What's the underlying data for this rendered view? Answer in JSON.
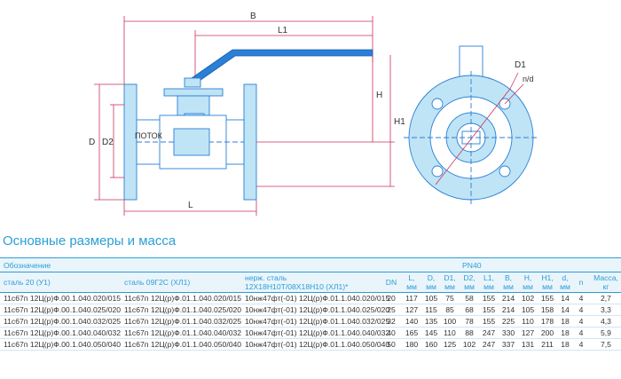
{
  "drawing": {
    "dim_B": "B",
    "dim_L1": "L1",
    "dim_H": "H",
    "dim_H1": "H1",
    "dim_D": "D",
    "dim_D2": "D2",
    "dim_L": "L",
    "dim_D1": "D1",
    "dim_nd": "n/d",
    "flow_label": "ПОТОК",
    "colors": {
      "line": "#2a7fd6",
      "dim": "#c8325a",
      "fill": "#bfe4f5",
      "handle": "#2a7fd6"
    }
  },
  "heading": "Основные размеры и масса",
  "table": {
    "oboznachenie": "Обозначение",
    "pn": "PN40",
    "col_steel20": "сталь 20 (У1)",
    "col_steel09": "сталь 09Г2С (ХЛ1)",
    "col_stainless_1": "нерж. сталь",
    "col_stainless_2": "12Х18Н10Т/08Х18Н10 (ХЛ1)*",
    "num_headers": [
      {
        "name": "DN",
        "unit": ""
      },
      {
        "name": "L,",
        "unit": "мм"
      },
      {
        "name": "D,",
        "unit": "мм"
      },
      {
        "name": "D1,",
        "unit": "мм"
      },
      {
        "name": "D2,",
        "unit": "мм"
      },
      {
        "name": "L1,",
        "unit": "мм"
      },
      {
        "name": "B,",
        "unit": "мм"
      },
      {
        "name": "H,",
        "unit": "мм"
      },
      {
        "name": "H1,",
        "unit": "мм"
      },
      {
        "name": "d,",
        "unit": "мм"
      },
      {
        "name": "n",
        "unit": ""
      },
      {
        "name": "Масса,",
        "unit": "кг"
      }
    ],
    "rows": [
      {
        "c1": "11с67п 12Ц(р)Ф.00.1.040.020/015",
        "c2": "11с67п 12Ц(р)Ф.01.1.040.020/015",
        "c3": "10нж47фт(-01) 12Ц(р)Ф.01.1.040.020/015",
        "nums": [
          "20",
          "117",
          "105",
          "75",
          "58",
          "155",
          "214",
          "102",
          "155",
          "14",
          "4",
          "2,7"
        ]
      },
      {
        "c1": "11с67п 12Ц(р)Ф.00.1.040.025/020",
        "c2": "11с67п 12Ц(р)Ф.01.1.040.025/020",
        "c3": "10нж47фт(-01) 12Ц(р)Ф.01.1.040.025/020",
        "nums": [
          "25",
          "127",
          "115",
          "85",
          "68",
          "155",
          "214",
          "105",
          "158",
          "14",
          "4",
          "3,3"
        ]
      },
      {
        "c1": "11с67п 12Ц(р)Ф.00.1.040.032/025",
        "c2": "11с67п 12Ц(р)Ф.01.1.040.032/025",
        "c3": "10нж47фт(-01) 12Ц(р)Ф.01.1.040.032/025",
        "nums": [
          "32",
          "140",
          "135",
          "100",
          "78",
          "155",
          "225",
          "110",
          "178",
          "18",
          "4",
          "4,3"
        ]
      },
      {
        "c1": "11с67п 12Ц(р)Ф.00.1.040.040/032",
        "c2": "11с67п 12Ц(р)Ф.01.1.040.040/032",
        "c3": "10нж47фт(-01) 12Ц(р)Ф.01.1.040.040/032",
        "nums": [
          "40",
          "165",
          "145",
          "110",
          "88",
          "247",
          "330",
          "127",
          "200",
          "18",
          "4",
          "5,9"
        ]
      },
      {
        "c1": "11с67п 12Ц(р)Ф.00.1.040.050/040",
        "c2": "11с67п 12Ц(р)Ф.01.1.040.050/040",
        "c3": "10нж47фт(-01) 12Ц(р)Ф.01.1.040.050/040",
        "nums": [
          "50",
          "180",
          "160",
          "125",
          "102",
          "247",
          "337",
          "131",
          "211",
          "18",
          "4",
          "7,5"
        ]
      }
    ]
  }
}
